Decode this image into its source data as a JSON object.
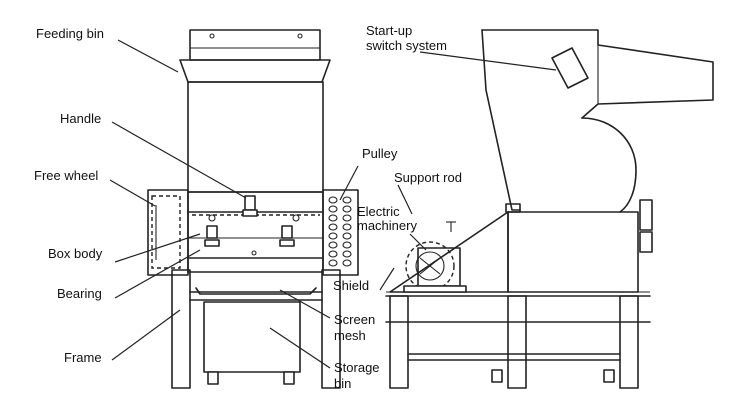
{
  "labels": {
    "feeding_bin": "Feeding bin",
    "handle": "Handle",
    "free_wheel": "Free wheel",
    "box_body": "Box body",
    "bearing": "Bearing",
    "frame": "Frame",
    "pulley": "Pulley",
    "support_rod": "Support rod",
    "electric_machinery_1": "Electric",
    "electric_machinery_2": "machinery",
    "shield": "Shield",
    "screen_mesh_1": "Screen",
    "screen_mesh_2": "mesh",
    "storage_bin_1": "Storage",
    "storage_bin_2": "bin",
    "startup_switch_1": "Start-up",
    "startup_switch_2": "switch system"
  },
  "colors": {
    "line": "#222222",
    "background": "#ffffff",
    "text": "#111111"
  }
}
